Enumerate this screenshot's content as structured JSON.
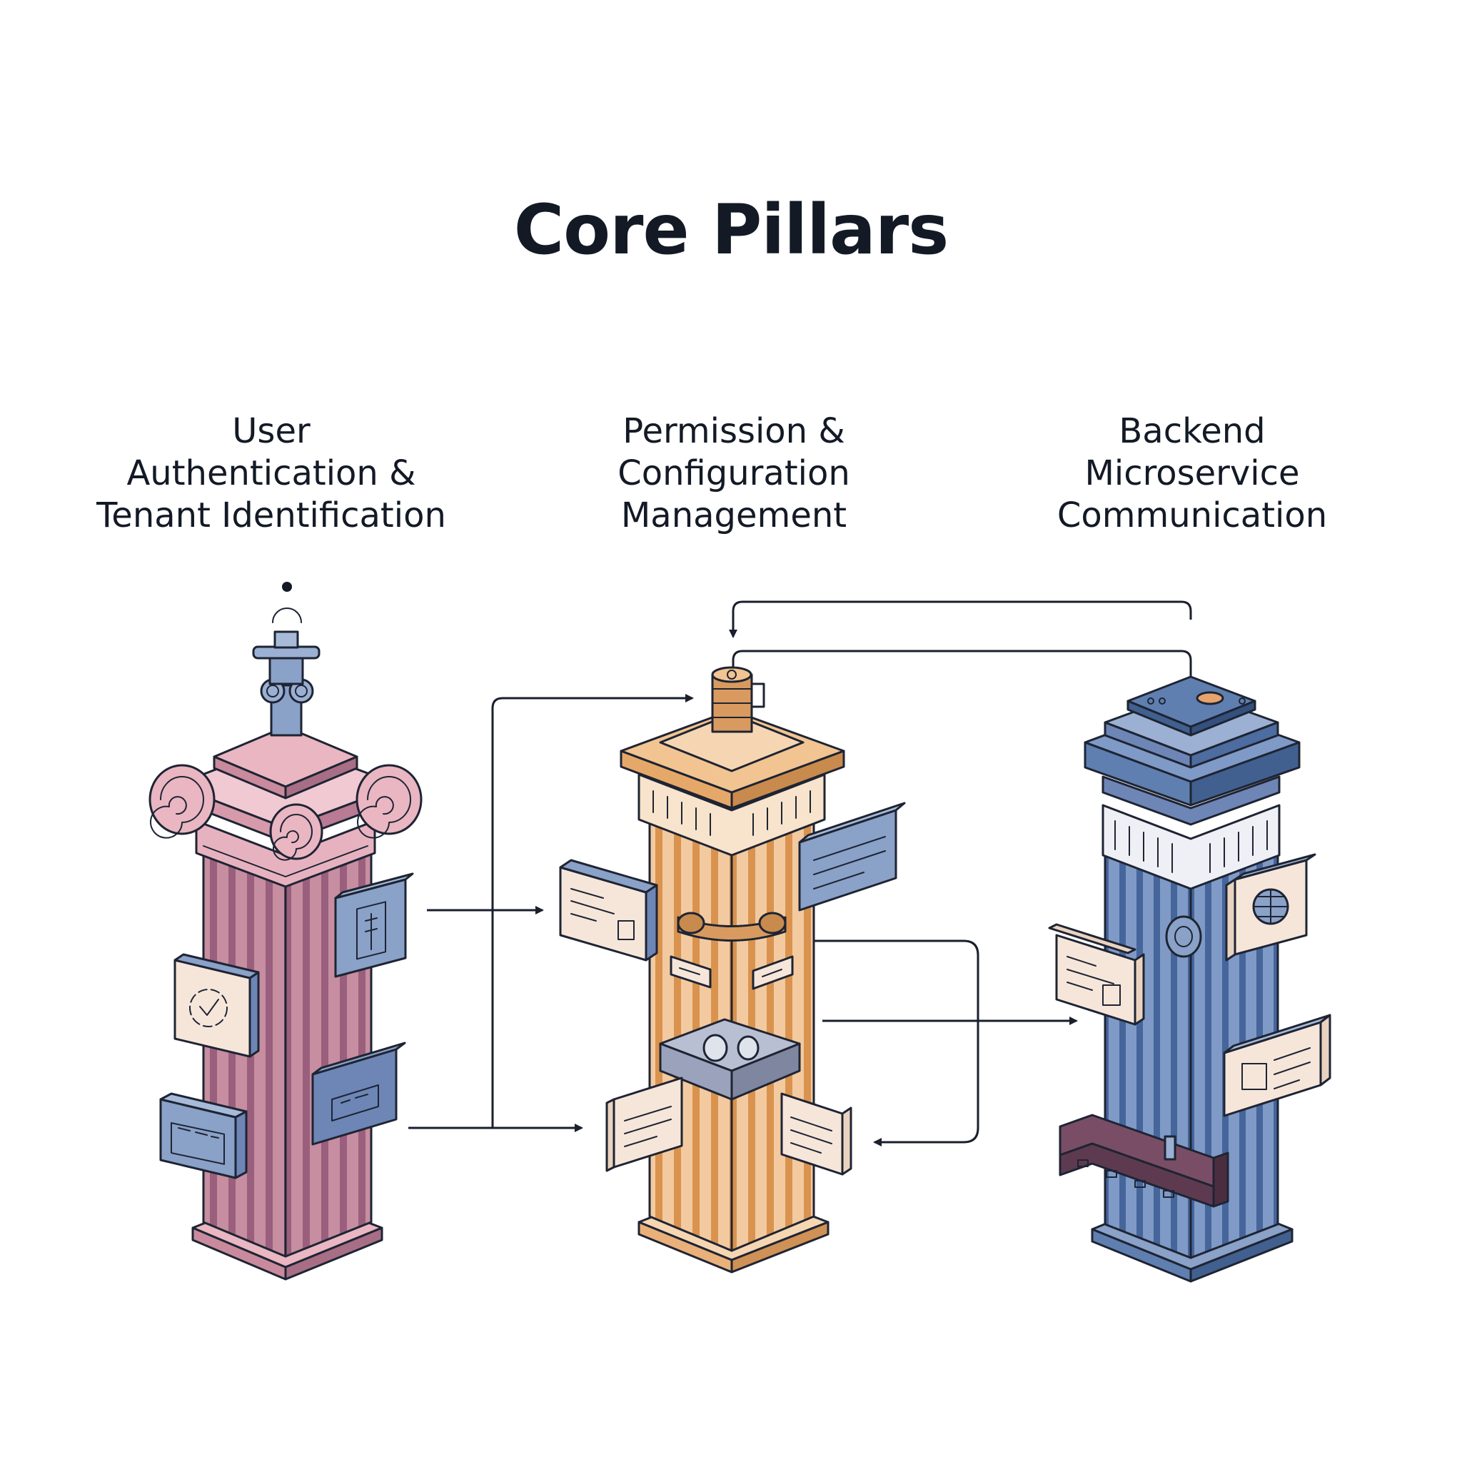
{
  "title": "Core Pillars",
  "pillars": [
    {
      "label_lines": [
        "User",
        "Authentication &",
        "Tenant Identification"
      ],
      "color": "#c98a9e"
    },
    {
      "label_lines": [
        "Permission &",
        "Configuration",
        "Management"
      ],
      "color": "#eab07a"
    },
    {
      "label_lines": [
        "Backend",
        "Microservice",
        "Communication"
      ],
      "color": "#5f7fb0"
    }
  ]
}
